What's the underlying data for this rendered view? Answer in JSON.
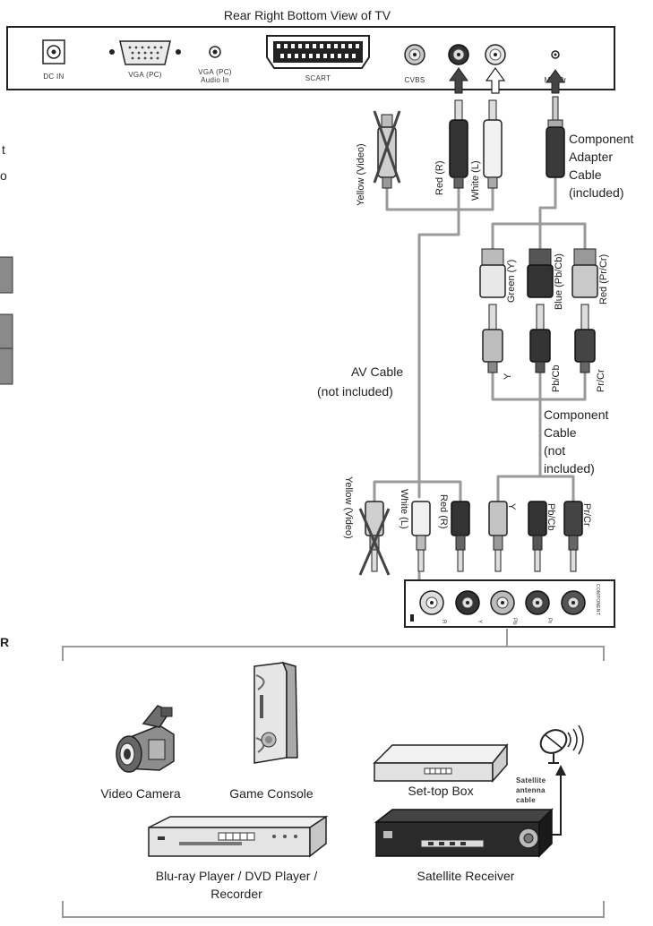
{
  "title": "Rear Right Bottom View of TV",
  "tv_ports": {
    "dc_in": "DC IN",
    "vga_pc": "VGA (PC)",
    "vga_audio_line1": "VGA (PC)",
    "vga_audio_line2": "Audio In",
    "scart": "SCART",
    "cvbs": "CVBS",
    "mini_ypbpr": "Min   Pr"
  },
  "partial_left_text": {
    "t1": "t",
    "o1": "o",
    "r1": "R"
  },
  "cables": {
    "top_yellow": "Yellow (Video)",
    "top_red": "Red (R)",
    "top_white": "White (L)",
    "component_adapter": [
      "Component",
      "Adapter",
      "Cable",
      "(included)"
    ],
    "adapter_green": "Green (Y)",
    "adapter_blue": "Blue (Pb/Cb)",
    "adapter_red": "Red (Pr/Cr)",
    "plug_y": "Y",
    "plug_pb": "Pb/Cb",
    "plug_pr": "Pr/Cr",
    "av_cable": [
      "AV Cable",
      "(not included)"
    ],
    "component_cable": [
      "Component",
      "Cable",
      "(not",
      "included)"
    ],
    "bottom_yellow": "Yellow (Video)",
    "bottom_white": "White (L)",
    "bottom_red": "Red (R)",
    "bottom_y": "Y",
    "bottom_pb": "Pb/Cb",
    "bottom_pr": "Pr/Cr"
  },
  "device_panel": {
    "jack_r": "R",
    "jack_y": "Y",
    "jack_pb": "Pb",
    "jack_pr": "Pr",
    "side_label": "COMPONENT"
  },
  "devices": {
    "video_camera": "Video Camera",
    "game_console": "Game Console",
    "set_top_box": "Set-top Box",
    "satellite_cable": [
      "Satellite",
      "antenna",
      "cable"
    ],
    "bluray_line1": "Blu-ray Player / DVD Player /",
    "bluray_line2": "Recorder",
    "satellite_receiver": "Satellite Receiver"
  }
}
